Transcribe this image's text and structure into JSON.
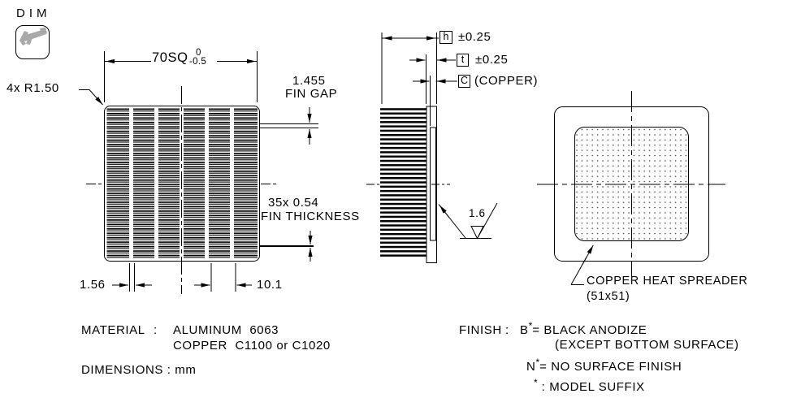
{
  "header": {
    "dim_label": "DIM",
    "icon": "caliper-icon"
  },
  "front_view": {
    "width_dim": "70SQ",
    "width_tol_upper": "0",
    "width_tol_lower": "-0.5",
    "corner_radius": "4x R1.50",
    "fin_gap_value": "1.455",
    "fin_gap_label": "FIN GAP",
    "fin_thickness_value": "35x 0.54",
    "fin_thickness_label": "FIN THICKNESS",
    "base_gap": "1.56",
    "fin_pitch": "10.1"
  },
  "side_view": {
    "height_symbol": "h",
    "height_tol": "±0.25",
    "base_symbol": "t",
    "base_tol": "±0.25",
    "copper_symbol": "C",
    "copper_note": "(COPPER)",
    "surface_roughness": "1.6"
  },
  "bottom_view": {
    "spreader_label": "COPPER HEAT SPREADER",
    "spreader_size": "(51x51)"
  },
  "notes": {
    "material_label": "MATERIAL",
    "material_colon": ":",
    "material_line1": "ALUMINUM  6063",
    "material_line2": "COPPER  C1100 or C1020",
    "dimensions_note": "DIMENSIONS : mm",
    "finish_label": "FINISH",
    "finish_colon": ":",
    "finish_b_letter": "B",
    "finish_b_star": "*",
    "finish_b_text": "= BLACK ANODIZE",
    "finish_b_note": "(EXCEPT BOTTOM SURFACE)",
    "finish_n_letter": "N",
    "finish_n_star": "*",
    "finish_n_text": "= NO SURFACE FINISH",
    "suffix_star": "*",
    "suffix_text": ": MODEL SUFFIX"
  },
  "colors": {
    "line": "#000000",
    "background": "#ffffff",
    "icon_gray": "#a9a9a9"
  }
}
